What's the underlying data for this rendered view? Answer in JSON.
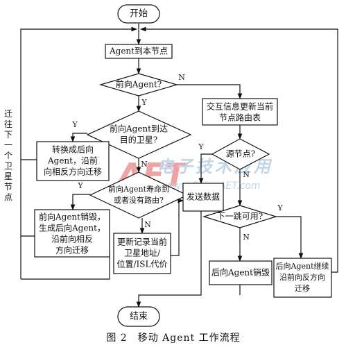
{
  "nodes": {
    "start": "开始",
    "arrive": "Agent到本节点",
    "forward": "前向Agent?",
    "reached": [
      "前向Agent到达",
      "目的卫星?"
    ],
    "convert": [
      "转换成后向",
      "Agent，沿前",
      "向相反方向迁移"
    ],
    "expired": [
      "前向Agent寿命到",
      "或者没有路由?"
    ],
    "destroy_forward": [
      "前向Agent销毁，",
      "生成后向Agent，",
      "沿前向相反",
      "方向迁移"
    ],
    "update_info": [
      "更新记录当前",
      "卫星地址/",
      "位置/ISL代价"
    ],
    "exchange": [
      "交互信息更新当前",
      "节点路由表"
    ],
    "source": "源节点?",
    "send": "发送数据",
    "next_hop": "下一跳可用?",
    "destroy_backward": "后向Agent销毁",
    "continue_backward": [
      "后向Agent继续",
      "沿前向反方向",
      "迁移"
    ],
    "end": "结束"
  },
  "edge_labels": {
    "forward_no": "N",
    "forward_yes": "Y",
    "reached_yes": "Y",
    "reached_no": "N",
    "expired_yes": "Y",
    "expired_no": "N",
    "source_yes": "Y",
    "source_no": "N",
    "next_yes": "Y",
    "next_no": "N"
  },
  "side_label": "迁往下一个卫星节点",
  "watermark": {
    "logo": "AET",
    "cn": "电子技术应用",
    "url": "www.ChinaAET.com"
  },
  "caption": "图 2　移动 Agent 工作流程"
}
